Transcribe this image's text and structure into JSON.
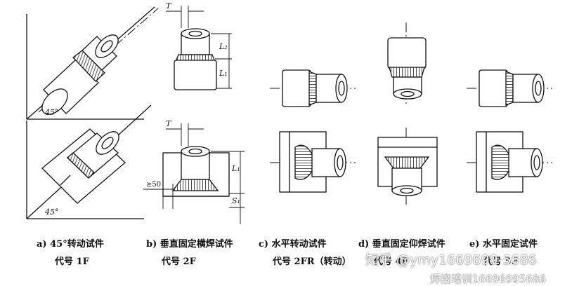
{
  "captions": [
    {
      "label": "a) 45°转动试件",
      "code": "代号  1F"
    },
    {
      "label": "b) 垂直固定横焊试件",
      "code": "代号  2F"
    },
    {
      "label": "c) 水平转动试件",
      "code": "代号  2FR（转动）"
    },
    {
      "label": "d) 垂直固定仰焊试件",
      "code": "代号  4F"
    },
    {
      "label": "e) 水平固定试件",
      "code": "代号  5F"
    }
  ],
  "annotations": {
    "angle_a_top": "45°",
    "angle_a_bottom": "45°",
    "thickness": "T",
    "len_l2": "L₂",
    "len_l1": "L₁",
    "len_s1": "S₁",
    "min_50": "≥50"
  },
  "watermark": {
    "line1": "知乎 @ymy1669699-5686",
    "line2": "焊接培训16696995686"
  }
}
